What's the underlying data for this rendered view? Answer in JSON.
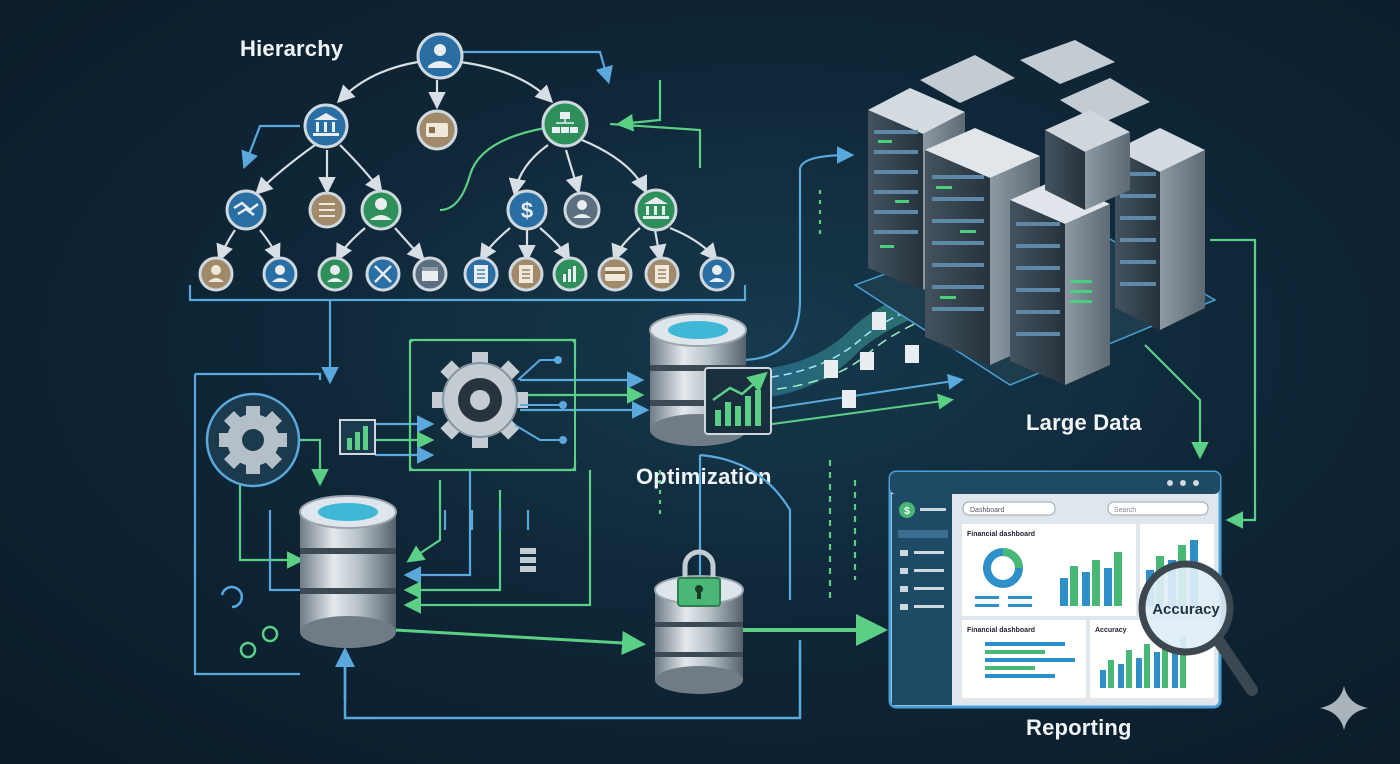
{
  "labels": {
    "hierarchy": "Hierarchy",
    "optimization": "Optimization",
    "large_data": "Large Data",
    "reporting": "Reporting"
  },
  "dashboard": {
    "dropdown": "Dashboard",
    "search_placeholder": "Search",
    "panel1_title": "Financial dashboard",
    "panel2_title": "Financial dashboard",
    "panel3_title": "Accuracy",
    "magnifier_label": "Accuracy"
  },
  "colors": {
    "background": "#0f2738",
    "blue_line": "#4a9fd6",
    "green_line": "#4ec27a",
    "node_blue": "#2a6fa3",
    "node_green": "#2f8f5a",
    "node_tan": "#a08a6a"
  },
  "icons": {
    "root": "user-icon",
    "level1": [
      "bank-icon",
      "id-card-icon",
      "org-chart-icon"
    ],
    "level2": [
      "handshake-icon",
      "list-icon",
      "user-icon",
      "dollar-icon",
      "user-icon",
      "bank-icon"
    ],
    "level3": [
      "user-icon",
      "user-icon",
      "user-icon",
      "tools-icon",
      "calendar-icon",
      "document-icon",
      "document-icon",
      "chart-icon",
      "card-icon",
      "document-icon",
      "user-icon"
    ]
  }
}
